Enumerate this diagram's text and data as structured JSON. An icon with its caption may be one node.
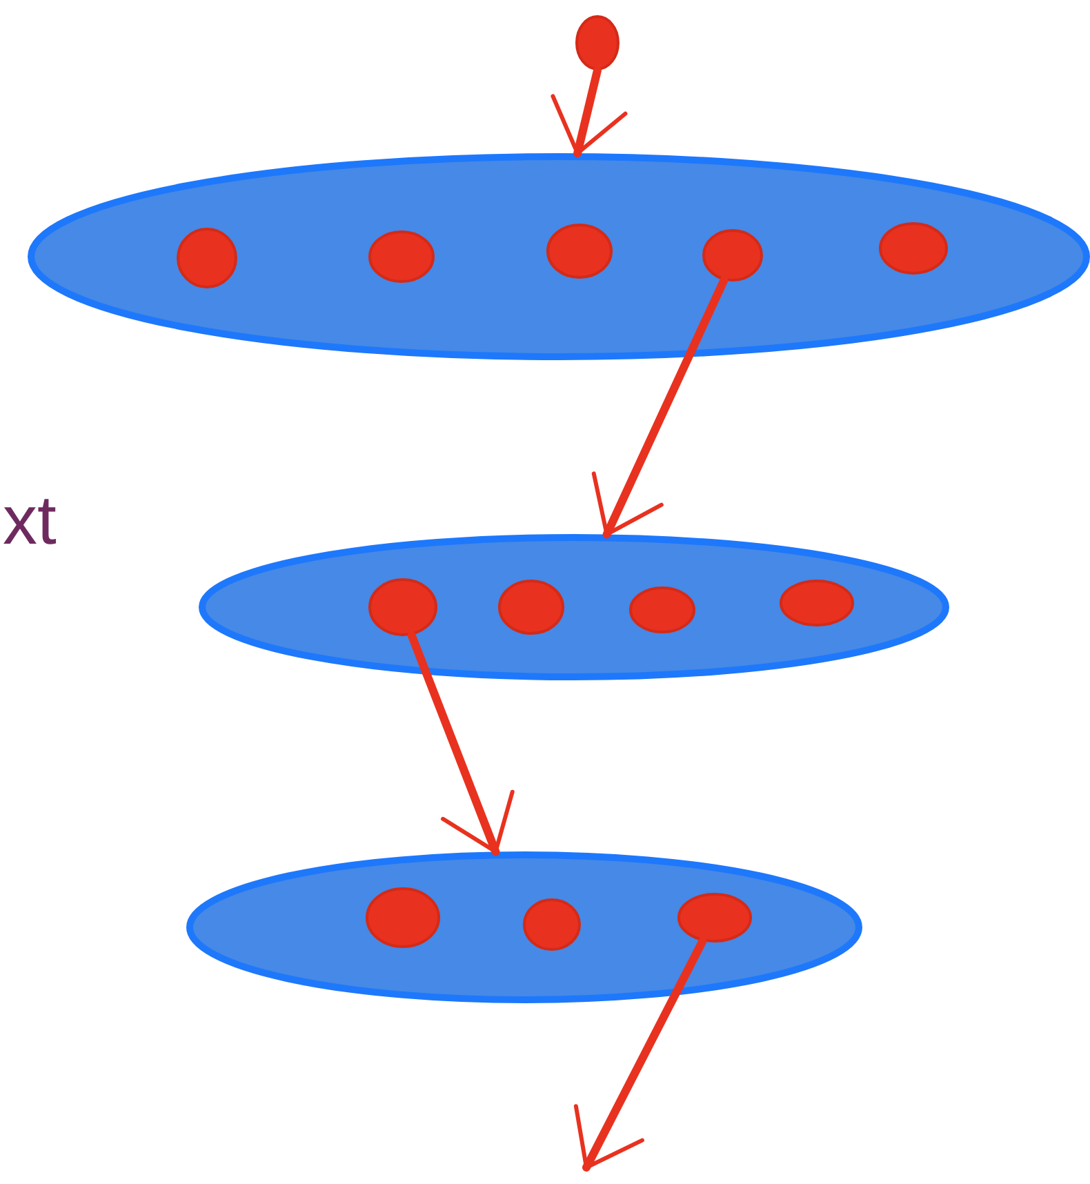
{
  "diagram": {
    "nodes": [
      {
        "text": [],
        "shape": "circle"
      },
      {
        "text": [],
        "shape": "ellipse"
      },
      {
        "text": [],
        "shape": "circle",
        "in": 1
      },
      {
        "text": [],
        "shape": "circle",
        "in": 1
      },
      {
        "text": [],
        "shape": "circle",
        "in": 1
      },
      {
        "text": [],
        "shape": "circle",
        "in": 1
      },
      {
        "text": [],
        "shape": "circle",
        "in": 1
      },
      {
        "text": [],
        "shape": "ellipse"
      },
      {
        "text": [],
        "shape": "circle",
        "in": 7
      },
      {
        "text": [],
        "shape": "circle",
        "in": 7
      },
      {
        "text": [],
        "shape": "circle",
        "in": 7
      },
      {
        "text": [],
        "shape": "circle",
        "in": 7
      },
      {
        "text": [],
        "shape": "ellipse"
      },
      {
        "text": [],
        "shape": "circle",
        "in": 12
      },
      {
        "text": [],
        "shape": "circle",
        "in": 12
      },
      {
        "text": [],
        "shape": "circle",
        "in": 12
      }
    ],
    "edges": [
      {
        "from": 0,
        "to": 1,
        "arrow": "to"
      },
      {
        "from": 5,
        "to": 7,
        "arrow": "to"
      },
      {
        "from": 8,
        "to": 12,
        "arrow": "to"
      },
      {
        "from": 15,
        "to": null,
        "arrow": "to"
      }
    ],
    "labels": [
      "xt"
    ]
  }
}
